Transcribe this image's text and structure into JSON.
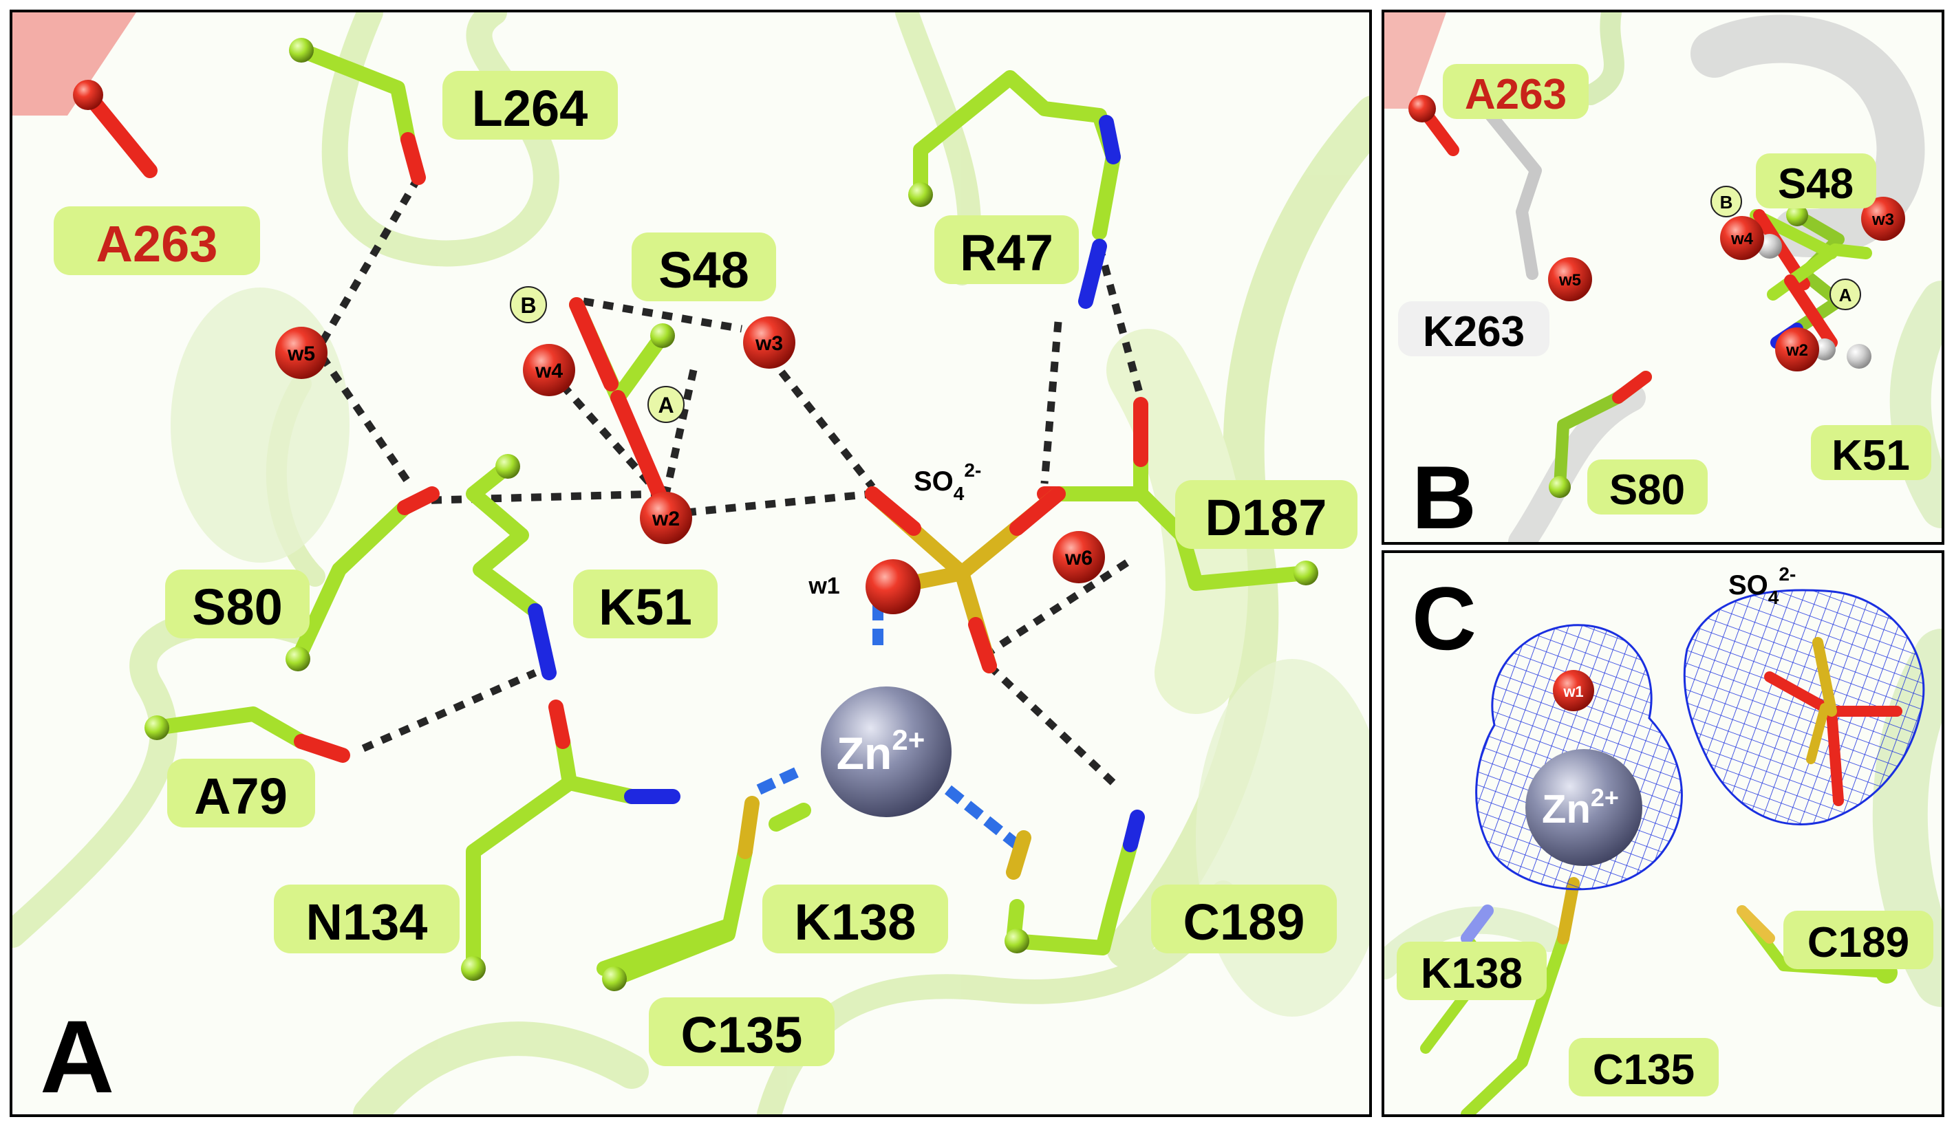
{
  "panels": {
    "A": {
      "letter": "A",
      "residues": {
        "A263": "A263",
        "L264": "L264",
        "S48": "S48",
        "R47": "R47",
        "S80": "S80",
        "K51": "K51",
        "D187": "D187",
        "A79": "A79",
        "N134": "N134",
        "K138": "K138",
        "C189": "C189",
        "C135": "C135"
      },
      "waters": {
        "w1": "w1",
        "w2": "w2",
        "w3": "w3",
        "w4": "w4",
        "w5": "w5",
        "w6": "w6"
      },
      "conformers": {
        "A": "A",
        "B": "B"
      },
      "ions": {
        "zinc_base": "Zn",
        "zinc_charge": "2+",
        "sulfate_base": "SO",
        "sulfate_sub": "4",
        "sulfate_charge": "2-"
      }
    },
    "B": {
      "letter": "B",
      "residues": {
        "A263": "A263",
        "S48": "S48",
        "K263": "K263",
        "S80": "S80",
        "K51": "K51"
      },
      "waters": {
        "w2": "w2",
        "w3": "w3",
        "w4": "w4",
        "w5": "w5"
      },
      "conformers": {
        "A": "A",
        "B": "B"
      }
    },
    "C": {
      "letter": "C",
      "residues": {
        "K138": "K138",
        "C189": "C189",
        "C135": "C135"
      },
      "waters": {
        "w1": "w1"
      },
      "ions": {
        "zinc_base": "Zn",
        "zinc_charge": "2+",
        "sulfate_base": "SO",
        "sulfate_sub": "4",
        "sulfate_charge": "2-"
      }
    }
  },
  "colors": {
    "carbon": "#a6e02c",
    "oxygen": "#e8281e",
    "nitrogen": "#1e28e0",
    "sulfur": "#d6b21e",
    "zinc": "#7a7f98",
    "hbond": "#262626",
    "coordination": "#2f6fe6",
    "label_bg": "#d9f48a",
    "label_red_text": "#c8231a",
    "mesh": "#1a2fe0",
    "cartoon": "#cfe8a0",
    "grey_residue": "#c8c8c8"
  }
}
